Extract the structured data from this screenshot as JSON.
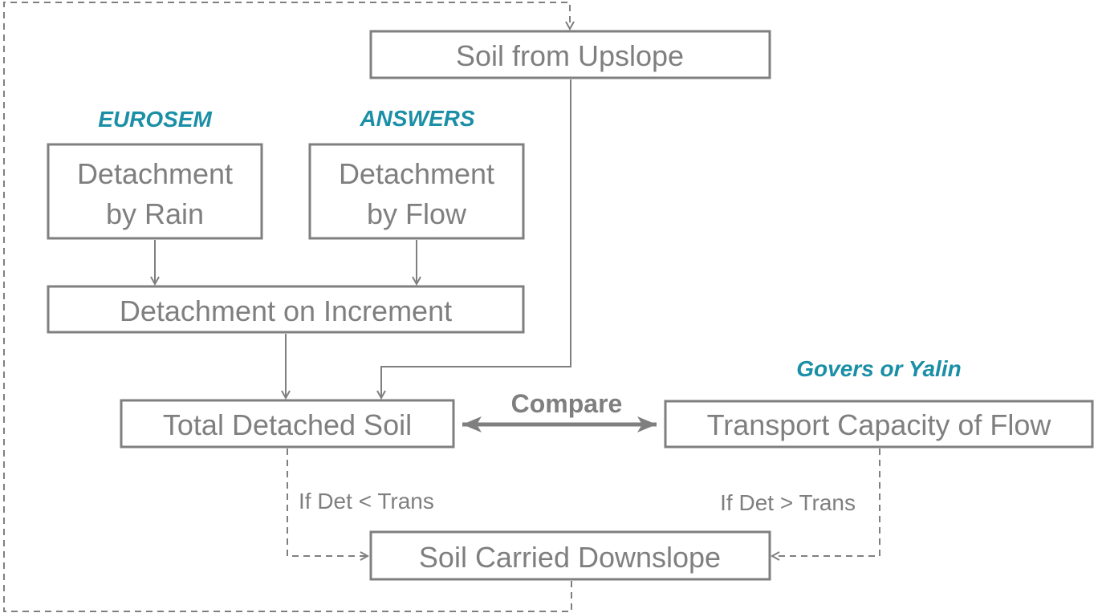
{
  "colors": {
    "box_stroke": "#7f7f7f",
    "text": "#7f7f7f",
    "model_label": "#1b8fa6"
  },
  "boxes": {
    "soil_from_upslope": "Soil from Upslope",
    "detachment_by_rain": [
      "Detachment",
      "by Rain"
    ],
    "detachment_by_flow": [
      "Detachment",
      "by Flow"
    ],
    "detachment_on_increment": "Detachment on Increment",
    "total_detached_soil": "Total Detached Soil",
    "transport_capacity": "Transport Capacity of Flow",
    "soil_carried_downslope": "Soil Carried Downslope"
  },
  "model_labels": {
    "rain": "EUROSEM",
    "flow": "ANSWERS",
    "transport": "Govers or Yalin"
  },
  "connector_labels": {
    "compare": "Compare",
    "det_less": "If Det < Trans",
    "det_greater": "If Det > Trans"
  }
}
